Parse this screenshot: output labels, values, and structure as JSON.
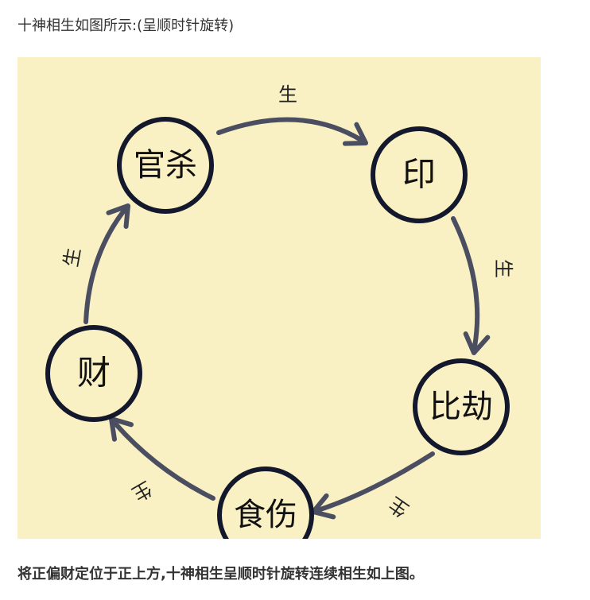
{
  "intro_text": "十神相生如图所示:(呈顺时针旋转)",
  "diagram": {
    "background_color": "#f9f0c3",
    "circle_stroke_color": "#14182c",
    "arrow_color": "#4a4e60",
    "nodes": [
      {
        "id": "guansha",
        "label": "官杀"
      },
      {
        "id": "yin",
        "label": "印"
      },
      {
        "id": "bijie",
        "label": "比劫"
      },
      {
        "id": "shishang",
        "label": "食伤"
      },
      {
        "id": "cai",
        "label": "财"
      }
    ],
    "edges": [
      {
        "from": "guansha",
        "to": "yin",
        "label": "生"
      },
      {
        "from": "yin",
        "to": "bijie",
        "label": "生"
      },
      {
        "from": "bijie",
        "to": "shishang",
        "label": "生"
      },
      {
        "from": "shishang",
        "to": "cai",
        "label": "生"
      },
      {
        "from": "cai",
        "to": "guansha",
        "label": "生"
      }
    ]
  },
  "summary_text": "将正偏财定位于正上方,十神相生呈顺时针旋转连续相生如上图。"
}
